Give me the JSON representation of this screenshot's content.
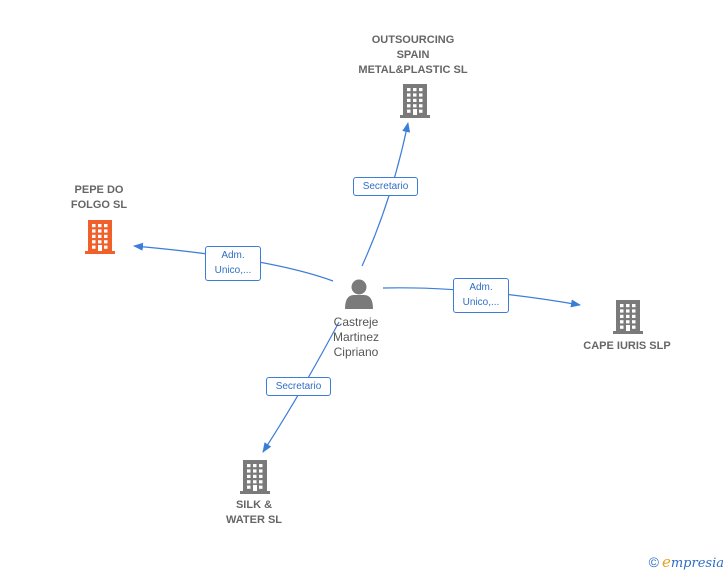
{
  "center": {
    "name": "Castreje\nMartinez\nCipriano"
  },
  "companies": [
    {
      "id": "outsourcing",
      "name": "OUTSOURCING\nSPAIN\nMETAL&PLASTIC SL",
      "color": "#7a7a7a"
    },
    {
      "id": "pepe",
      "name": "PEPE DO\nFOLGO  SL",
      "color": "#f0602a"
    },
    {
      "id": "cape",
      "name": "CAPE IURIS  SLP",
      "color": "#7a7a7a"
    },
    {
      "id": "silk",
      "name": "SILK &\nWATER SL",
      "color": "#7a7a7a"
    }
  ],
  "relations": [
    {
      "to": "outsourcing",
      "label": "Secretario"
    },
    {
      "to": "pepe",
      "label": "Adm.\nUnico,..."
    },
    {
      "to": "cape",
      "label": "Adm.\nUnico,..."
    },
    {
      "to": "silk",
      "label": "Secretario"
    }
  ],
  "colors": {
    "edge": "#3b7dd8",
    "person": "#7a7a7a"
  },
  "watermark": {
    "copyright": "©",
    "brand_first": "e",
    "brand_rest": "mpresia"
  }
}
